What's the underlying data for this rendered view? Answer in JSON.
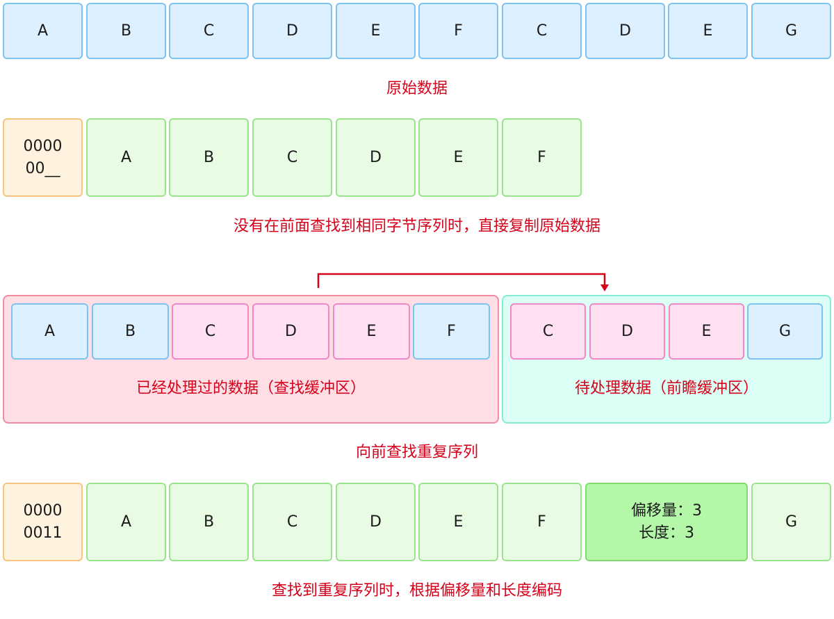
{
  "row1": {
    "cells": [
      "A",
      "B",
      "C",
      "D",
      "E",
      "F",
      "C",
      "D",
      "E",
      "G"
    ],
    "caption": "原始数据"
  },
  "row2": {
    "flag": "0000\n00__",
    "cells": [
      "A",
      "B",
      "C",
      "D",
      "E",
      "F"
    ],
    "caption": "没有在前面查找到相同字节序列时，直接复制原始数据"
  },
  "row3": {
    "left_panel": {
      "cells": [
        "A",
        "B",
        "C",
        "D",
        "E",
        "F"
      ],
      "caption": "已经处理过的数据（查找缓冲区）"
    },
    "right_panel": {
      "cells": [
        "C",
        "D",
        "E",
        "G"
      ],
      "caption": "待处理数据（前瞻缓冲区）"
    },
    "caption": "向前查找重复序列"
  },
  "row4": {
    "flag": "0000\n0011",
    "cells": [
      "A",
      "B",
      "C",
      "D",
      "E",
      "F"
    ],
    "encoded": "偏移量：3\n长度：3",
    "last": "G",
    "caption": "查找到重复序列时，根据偏移量和长度编码"
  },
  "colors": {
    "blue_fill": "#ddf0ff",
    "green_fill": "#e8fbe3",
    "pink_fill": "#ffe0f3",
    "orange_fill": "#fff2df",
    "caption_red": "#d6001a"
  }
}
